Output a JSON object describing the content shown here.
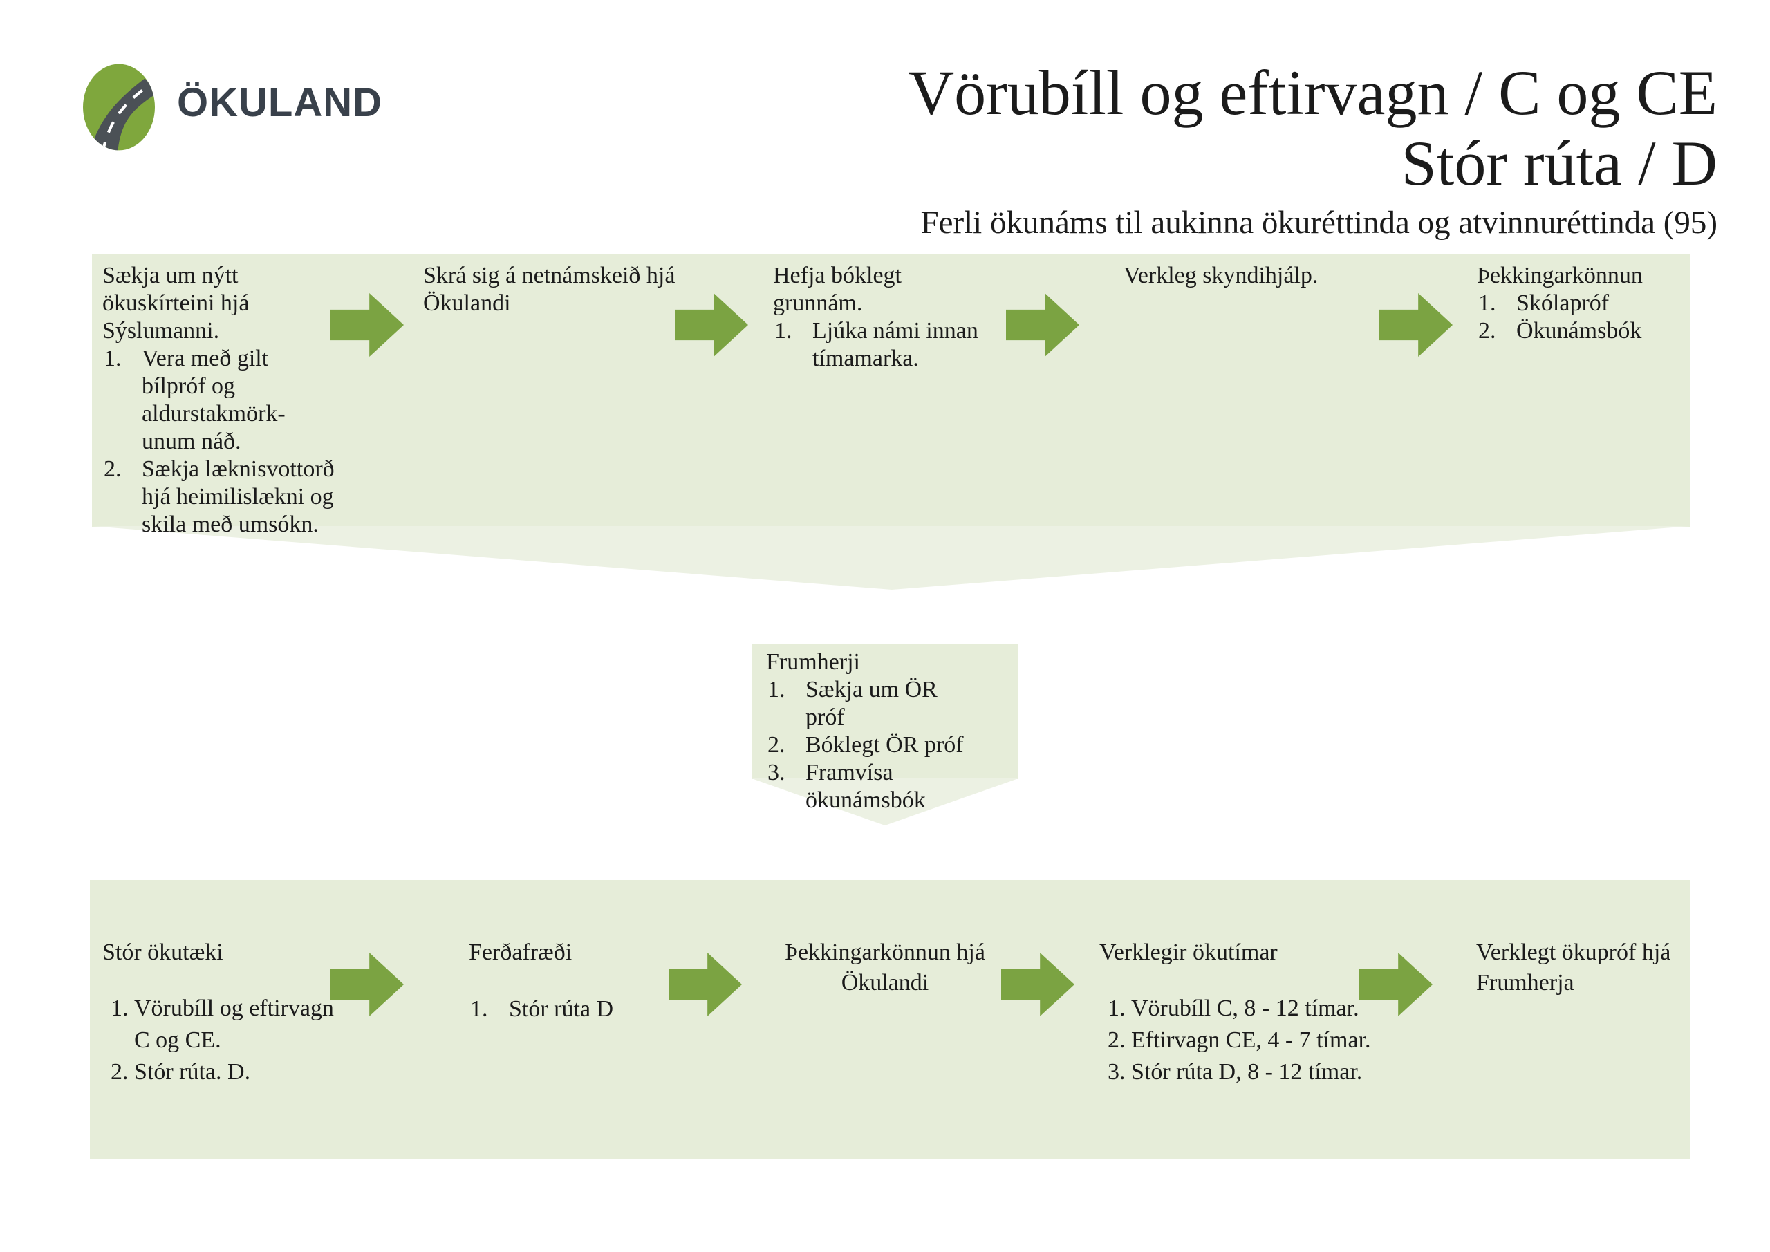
{
  "logo": {
    "brand": "ÖKULAND"
  },
  "header": {
    "title_line1": "Vörubíll og eftirvagn / C og CE",
    "title_line2": "Stór rúta / D",
    "subtitle": "Ferli ökunáms til aukinna ökuréttinda og atvinnuréttinda (95)"
  },
  "colors": {
    "band_green": "#e6edd9",
    "funnel_green": "#ecf1e3",
    "arrow_green": "#7ba342",
    "logo_green": "#7fa73d",
    "road_gray": "#4b5156",
    "text": "#1b1b1b"
  },
  "top_flow": {
    "steps": [
      {
        "title": "Sækja um nýtt ökuskírteini hjá Sýslumanni.",
        "items": [
          "Vera með gilt bílpróf og aldurstakmörk-unum náð.",
          "Sækja læknisvottorð hjá heimilislækni og skila með umsókn."
        ]
      },
      {
        "title": "Skrá sig á netnámskeið hjá Ökulandi",
        "items": []
      },
      {
        "title": "Hefja bóklegt grunnám.",
        "items": [
          "Ljúka námi innan tímamarka."
        ]
      },
      {
        "title": "Verkleg skyndihjálp.",
        "items": []
      },
      {
        "title": "Þekkingarkönnun",
        "items": [
          "Skólapróf",
          "Ökunámsbók"
        ]
      }
    ]
  },
  "middle": {
    "title": "Frumherji",
    "items": [
      "Sækja um ÖR próf",
      "Bóklegt ÖR próf",
      "Framvísa ökunámsbók"
    ]
  },
  "bottom_flow": {
    "steps": [
      {
        "title": "Stór ökutæki",
        "items": [
          "Vörubíll og eftirvagn C og CE.",
          "Stór rúta. D."
        ]
      },
      {
        "title": "Ferðafræði",
        "items": [
          "Stór rúta D"
        ]
      },
      {
        "title": "Þekkingarkönnun hjá Ökulandi",
        "items": []
      },
      {
        "title": "Verklegir ökutímar",
        "items": [
          "Vörubíll C, 8 - 12 tímar.",
          "Eftirvagn CE, 4 - 7 tímar.",
          "Stór rúta D, 8 - 12 tímar."
        ]
      },
      {
        "title": "Verklegt ökupróf hjá Frumherja",
        "items": []
      }
    ]
  }
}
